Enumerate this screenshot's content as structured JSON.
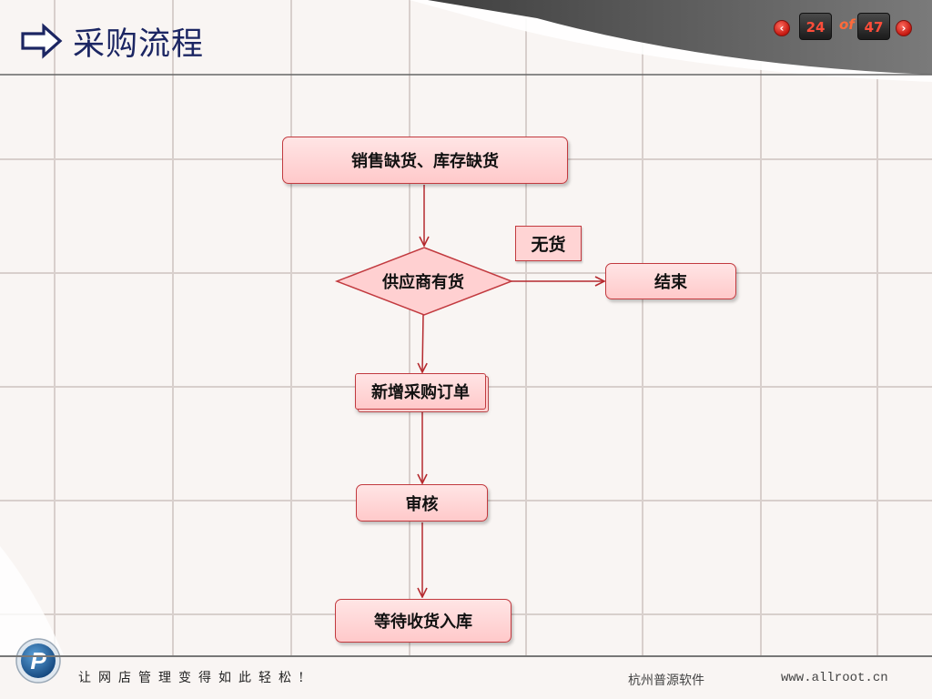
{
  "slide": {
    "title": "采购流程",
    "pager": {
      "current": "24",
      "separator": "of",
      "total": "47",
      "prev_symbol": "‹",
      "next_symbol": "›"
    },
    "footer": {
      "slogan": "让网店管理变得如此轻松!",
      "company": "杭州普源软件",
      "website": "www.allroot.cn"
    },
    "logo_letter": "P"
  },
  "flow": {
    "nodes": {
      "start": "销售缺货、库存缺货",
      "decision": "供应商有货",
      "end": "结束",
      "new_order": "新增采购订单",
      "review": "审核",
      "wait": "等待收货入库"
    },
    "edge_labels": {
      "no_stock": "无货"
    }
  },
  "colors": {
    "title": "#1c2663",
    "node_fill": "#ffd4d4",
    "node_border": "#c23a3f",
    "arrow": "#b52a2f",
    "header_dark": "#5e5e5e"
  }
}
